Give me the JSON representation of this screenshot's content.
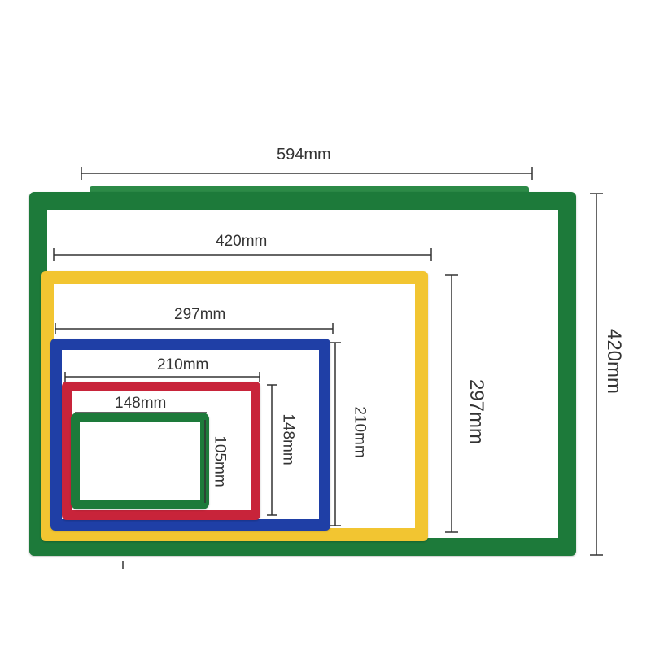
{
  "dimensions": {
    "a2_width": "594mm",
    "a2_height": "420mm",
    "a3_width": "420mm",
    "a3_height": "297mm",
    "a4_width": "297mm",
    "a4_height": "210mm",
    "a5_width": "210mm",
    "a5_height": "148mm",
    "a6_width": "148mm",
    "a6_height": "105mm"
  },
  "colors": {
    "a2_frame": "#1d7a3a",
    "a3_frame": "#f2c531",
    "a4_frame": "#1f3fa6",
    "a5_frame": "#c8243a",
    "a6_frame": "#1d7a3a",
    "dimension_line": "#333333"
  }
}
